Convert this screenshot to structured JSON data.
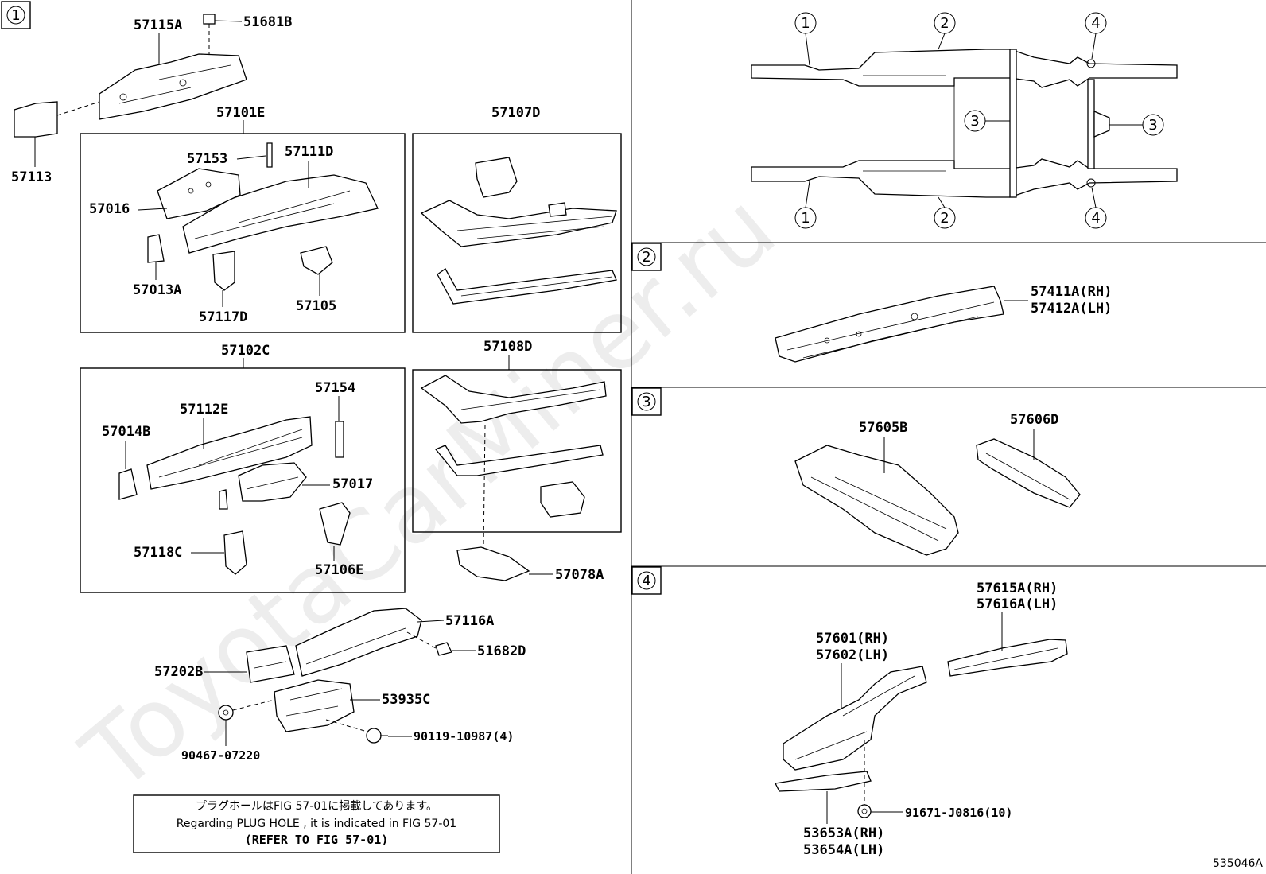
{
  "page_id": "535046A",
  "watermark": "ToyotaCarMiner.ru",
  "section_markers": [
    "1",
    "2",
    "3",
    "4"
  ],
  "frame_callouts": [
    "1",
    "2",
    "3",
    "4"
  ],
  "section1": {
    "top_parts": [
      "57115A",
      "51681B",
      "57113"
    ],
    "box_57101E": {
      "label": "57101E",
      "parts": [
        "57153",
        "57111D",
        "57016",
        "57013A",
        "57117D",
        "57105"
      ]
    },
    "box_57107D": {
      "label": "57107D"
    },
    "box_57102C": {
      "label": "57102C",
      "parts": [
        "57154",
        "57112E",
        "57014B",
        "57017",
        "57118C",
        "57106E"
      ]
    },
    "box_57108D": {
      "label": "57108D"
    },
    "parts_below": [
      "57078A",
      "57116A",
      "51682D",
      "57202B",
      "53935C",
      "90467-07220",
      "90119-10987(4)"
    ]
  },
  "note": {
    "jp": "プラグホールはFIG 57-01に掲載してあります。",
    "en": "Regarding  PLUG  HOLE , it is indicated in  FIG  57-01",
    "ref": "(REFER TO FIG 57-01)"
  },
  "section2": {
    "parts": [
      "57411A(RH)",
      "57412A(LH)"
    ]
  },
  "section3": {
    "parts": [
      "57605B",
      "57606D"
    ]
  },
  "section4": {
    "parts": [
      "57615A(RH)",
      "57616A(LH)",
      "57601(RH)",
      "57602(LH)",
      "91671-J0816(10)",
      "53653A(RH)",
      "53654A(LH)"
    ]
  }
}
